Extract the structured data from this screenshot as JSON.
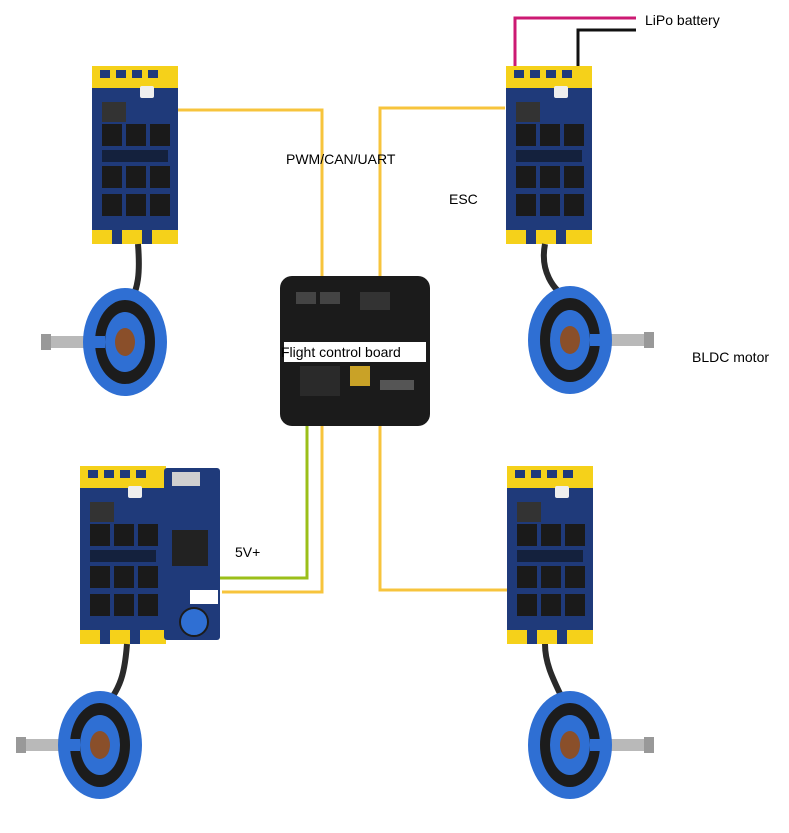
{
  "labels": {
    "battery": "LiPo battery",
    "bus": "PWM/CAN/UART",
    "esc": "ESC",
    "fc": "Flight control board",
    "motor": "BLDC motor",
    "power": "5V+"
  },
  "colors": {
    "signal_wire": "#f7c43c",
    "power_5v_wire": "#9bbf1a",
    "battery_pos_wire": "#cc1a73",
    "battery_neg_wire": "#111111",
    "pcb_blue": "#1f3a7a",
    "pcb_dark": "#14213d",
    "pad_yellow": "#f5d11a",
    "mosfet": "#1a1a1a",
    "fc_board": "#1b1b1b",
    "motor_blue": "#2f6fd3",
    "motor_dark": "#1c1c1c",
    "shaft": "#b9b9b9"
  },
  "components": {
    "escs": [
      {
        "id": "esc-top-left"
      },
      {
        "id": "esc-top-right"
      },
      {
        "id": "esc-bottom-left",
        "variant": "with-controller-board"
      },
      {
        "id": "esc-bottom-right"
      }
    ],
    "motors": [
      {
        "id": "motor-top-left",
        "shaft": "left"
      },
      {
        "id": "motor-top-right",
        "shaft": "right"
      },
      {
        "id": "motor-bottom-left",
        "shaft": "left"
      },
      {
        "id": "motor-bottom-right",
        "shaft": "right"
      }
    ],
    "icons": [
      "esc-board-icon",
      "bldc-motor-icon",
      "flight-controller-icon"
    ]
  }
}
